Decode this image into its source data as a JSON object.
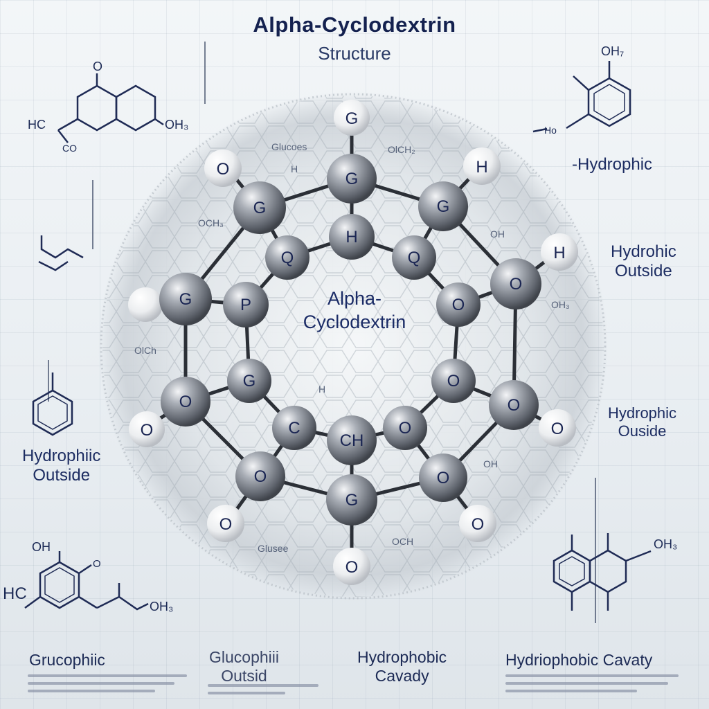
{
  "title": "Alpha-Cyclodextrin",
  "subtitle": "Structure",
  "center_label": [
    "Alpha-",
    "Cyclodextrin"
  ],
  "side_labels": {
    "right_1": "-Hydrophic",
    "right_2": [
      "Hydrohic",
      "Outside"
    ],
    "right_3": [
      "Hydrophic",
      "Ouside"
    ],
    "left_1": [
      "Hydrophiic",
      "Outside"
    ]
  },
  "bottom_labels": {
    "b1": "Grucophiic",
    "b2": [
      "Glucophiii",
      "Outsid"
    ],
    "b3": [
      "Hydrophobic",
      "Cavady"
    ],
    "b4": "Hydriophobic Cavaty"
  },
  "faint_labels": {
    "glucose_top": "Glucoes",
    "h_top": "H",
    "olch": "OlCH₂",
    "och_left": "OCH₃",
    "oh_right": "OH",
    "oh3_right": "OH₃",
    "olch_left": "OlCh",
    "h_center": "H",
    "oh_lower": "OH",
    "och_bottom": "OCH",
    "glusee": "Glusee"
  },
  "chem_labels": {
    "tl_o": "O",
    "tl_hc": "HC",
    "tl_co": "CO",
    "tl_oh3": "OH₃",
    "tr_oh7": "OH₇",
    "tr_ho": "Ho",
    "bl_oh": "OH",
    "bl_o": "O",
    "bl_hc": "HC",
    "bl_oh3": "OH₃",
    "br_oh3": "OH₃"
  },
  "atoms": {
    "top": "G",
    "tl_o": "O",
    "tr_h": "H",
    "r_h": "H",
    "l_g": "G",
    "l_o": "O",
    "r_o": "O",
    "bl_o": "O",
    "bm_o": "O",
    "bottom_o": "O",
    "br_o": "O",
    "ring": [
      "G",
      "O",
      "H",
      "O",
      "O",
      "O",
      "O",
      "O",
      "CH",
      "G",
      "Q",
      "O",
      "G",
      "Q",
      "C",
      "G",
      "G",
      "P"
    ]
  },
  "colors": {
    "title": "#14214f",
    "text": "#1d2d62",
    "atom_dark": "#6d737c",
    "atom_light": "#f2f2f2",
    "bond": "#2b2f36"
  }
}
